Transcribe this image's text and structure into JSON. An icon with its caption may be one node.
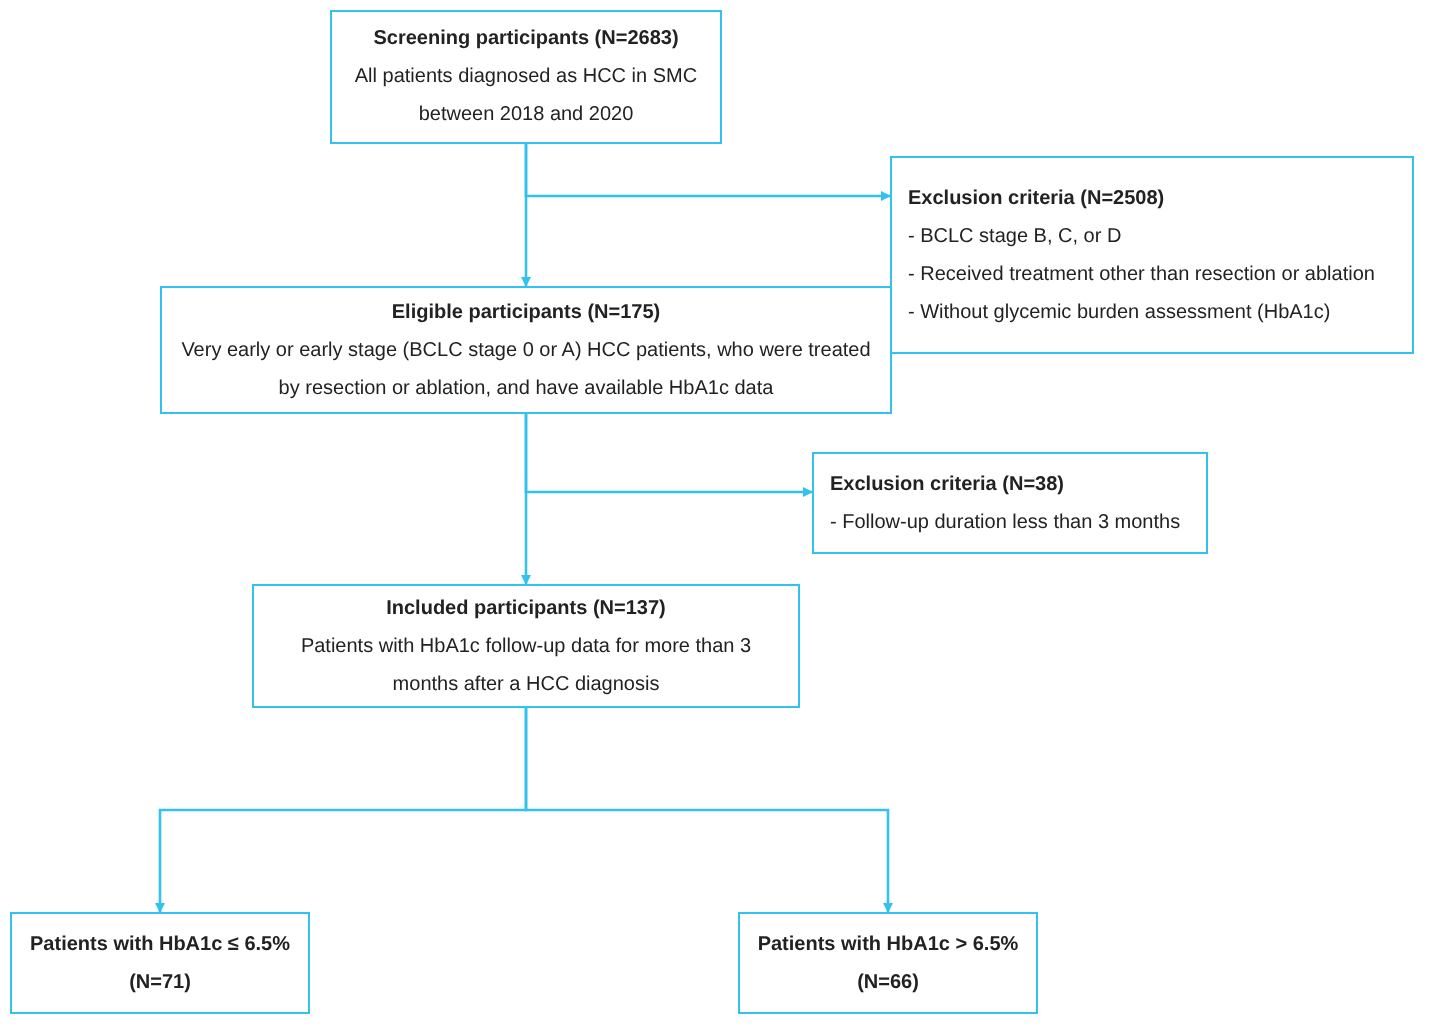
{
  "diagram": {
    "nodes": [
      {
        "text": [
          "Screening participants (N=2683)",
          "All patients diagnosed as HCC in SMC between 2018 and 2020"
        ]
      },
      {
        "text": [
          "Exclusion criteria (N=2508)",
          "-   BCLC stage B, C, or D",
          "-   Received treatment other than resection or ablation",
          "-   Without glycemic burden assessment (HbA1c)"
        ]
      },
      {
        "text": [
          "Eligible participants (N=175)",
          "Very early or early stage (BCLC stage 0 or A) HCC patients, who were treated by resection or ablation, and have available HbA1c data"
        ]
      },
      {
        "text": [
          "Exclusion criteria (N=38)",
          "-   Follow-up duration less than 3 months"
        ]
      },
      {
        "text": [
          "Included participants (N=137)",
          "Patients with HbA1c follow-up data for more than 3 months after a HCC diagnosis"
        ]
      },
      {
        "text": [
          "Patients with HbA1c ≤ 6.5% (N=71)"
        ]
      },
      {
        "text": [
          "Patients with HbA1c > 6.5% (N=66)"
        ]
      }
    ],
    "edges": [
      {
        "from": 0,
        "to": 2,
        "arrow": "to"
      },
      {
        "from": 0,
        "to": 1,
        "arrow": "to"
      },
      {
        "from": 2,
        "to": 4,
        "arrow": "to"
      },
      {
        "from": 2,
        "to": 3,
        "arrow": "to"
      },
      {
        "from": 4,
        "to": 5,
        "arrow": "to"
      },
      {
        "from": 4,
        "to": 6,
        "arrow": "to"
      }
    ]
  }
}
